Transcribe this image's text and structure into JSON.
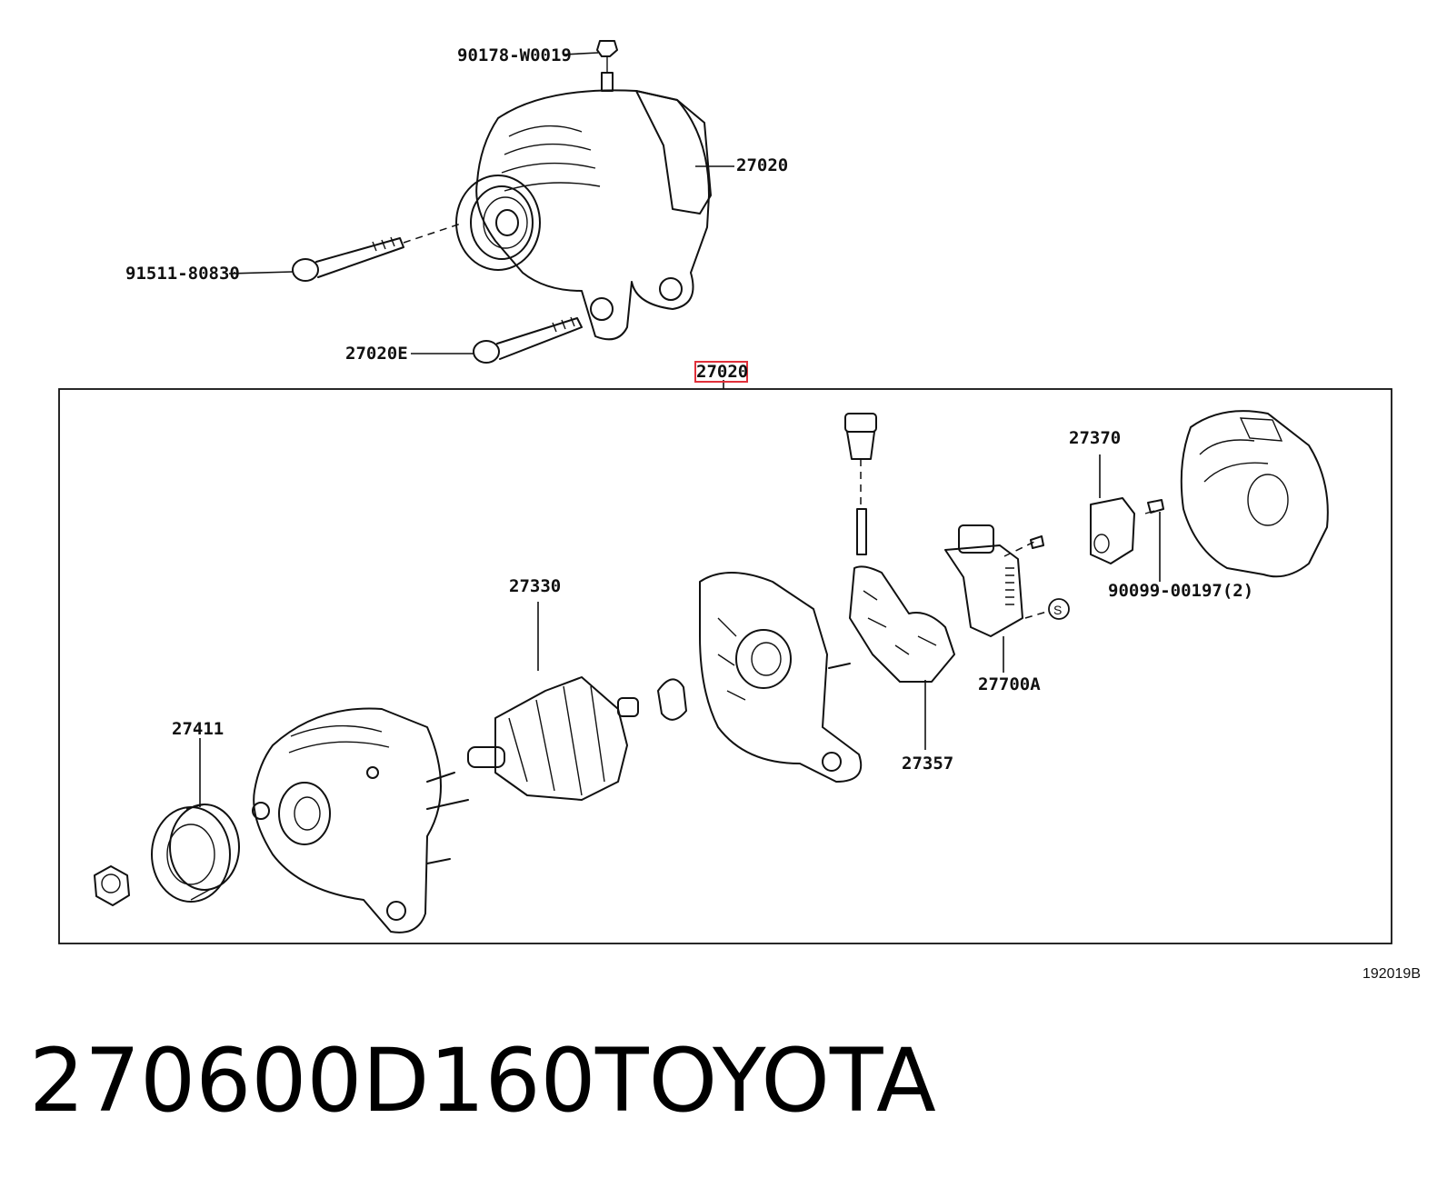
{
  "labels": {
    "bolt_top": "90178-W0019",
    "assembly_top": "27020",
    "bolt_long": "91511-80830",
    "bolt_lower": "27020E",
    "assembly_frame": "27020",
    "pulley": "27411",
    "rotor": "27330",
    "rectifier": "27357",
    "regulator": "27700A",
    "terminal_cover": "27370",
    "screw": "90099-00197(2)",
    "symbol_s": "S"
  },
  "figure_id": "192019B",
  "caption": {
    "part_number": "270600D160",
    "brand": "TOYOTA"
  },
  "colors": {
    "highlight": "#e0303a",
    "line": "#111111"
  }
}
